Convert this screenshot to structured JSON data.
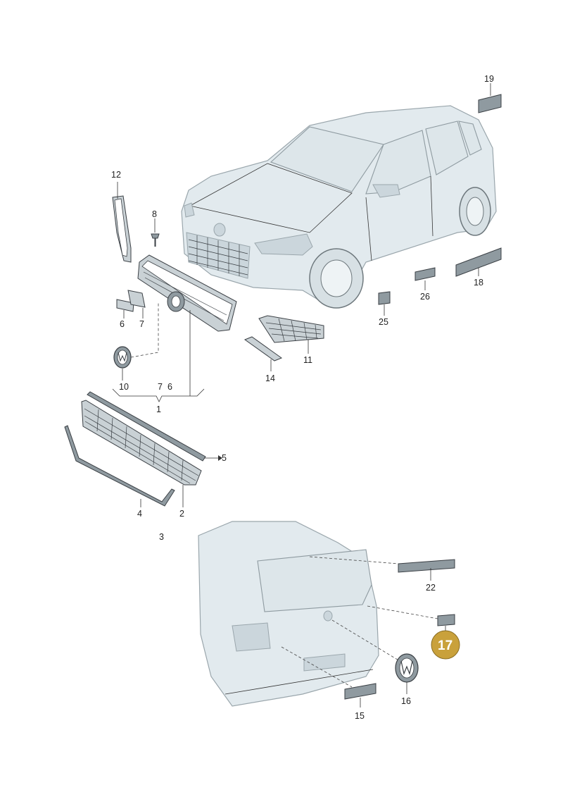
{
  "callouts": {
    "c1": "1",
    "c2": "2",
    "c3": "3",
    "c4": "4",
    "c5": "5",
    "c6a": "6",
    "c6b": "6",
    "c7a": "7",
    "c7b": "7",
    "c8": "8",
    "c10": "10",
    "c11": "11",
    "c12": "12",
    "c14": "14",
    "c15": "15",
    "c16": "16",
    "c17": "17",
    "c18": "18",
    "c19": "19",
    "c22": "22",
    "c25": "25",
    "c26": "26"
  },
  "colors": {
    "highlight_badge": "#c9a13b",
    "part_fill": "#8f9aa0",
    "car_body": "#e2eaee",
    "text": "#222222"
  }
}
